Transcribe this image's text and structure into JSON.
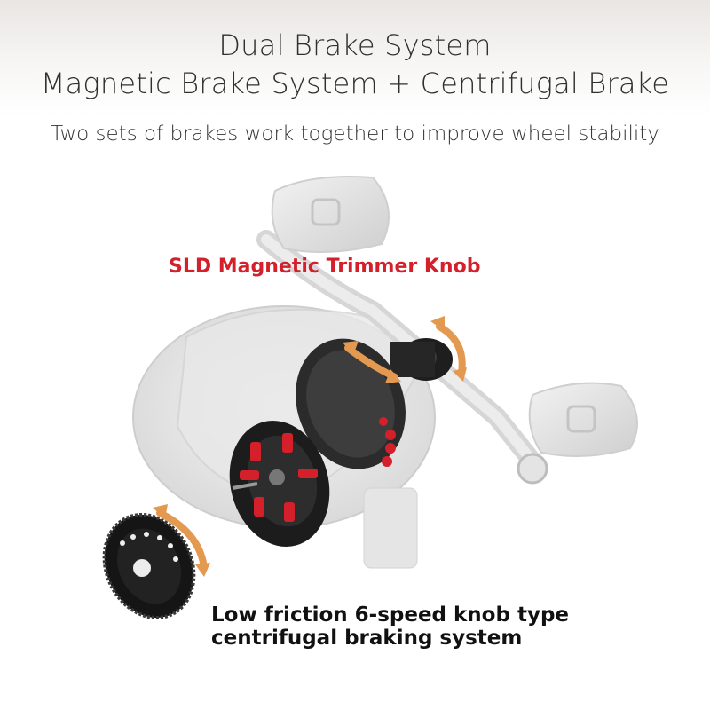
{
  "heading": {
    "line1": "Dual Brake System",
    "line2": "Magnetic Brake System + Centrifugal Brake",
    "subtitle": "Two sets of brakes work together to improve wheel stability"
  },
  "callouts": {
    "magnetic": "SLD Magnetic Trimmer Knob",
    "centrifugal_line1": "Low friction 6-speed knob type",
    "centrifugal_line2": "centrifugal braking system"
  },
  "colors": {
    "accent_red": "#d3202a",
    "arrow_orange": "#e39a50"
  }
}
